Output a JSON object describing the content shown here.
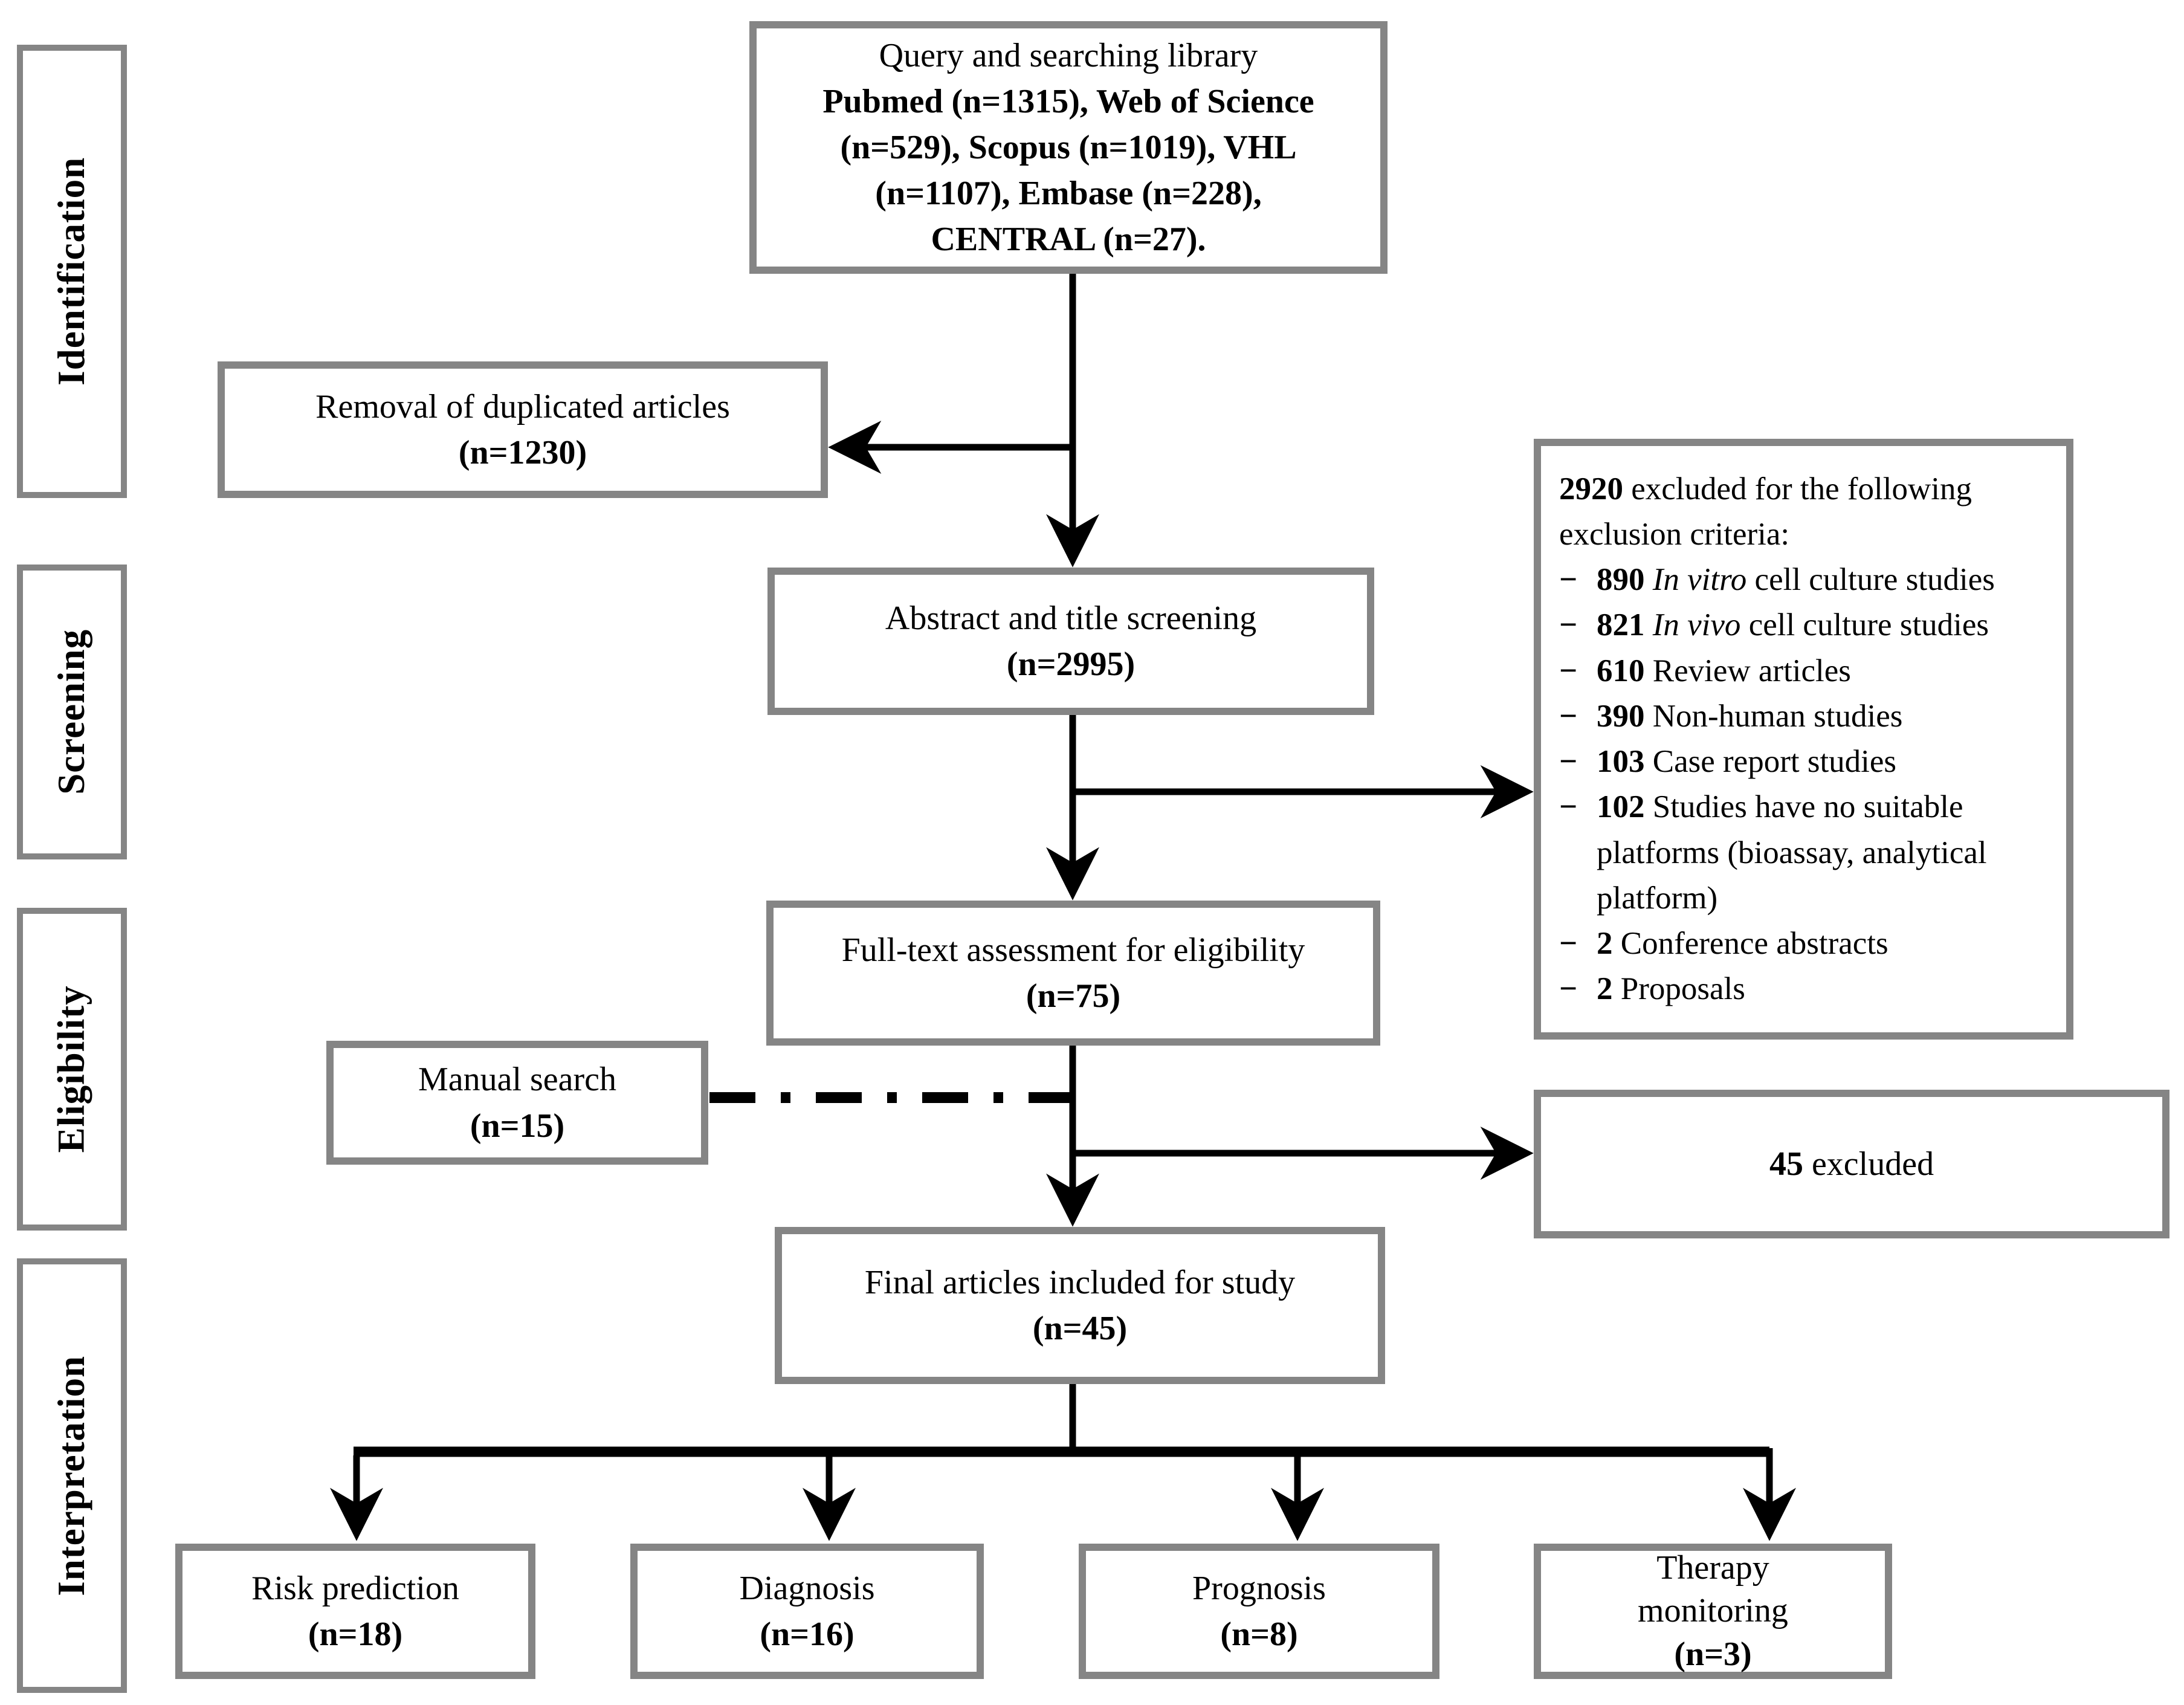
{
  "sidebar": {
    "items": [
      {
        "label": "Identification"
      },
      {
        "label": "Screening"
      },
      {
        "label": "Eligibility"
      },
      {
        "label": "Interpretation"
      }
    ]
  },
  "boxes": {
    "query": {
      "line1": "Query and searching library",
      "line2_bold": "Pubmed (n=1315), Web of Science (n=529), Scopus (n=1019), VHL (n=1107), Embase (n=228), CENTRAL (n=27)."
    },
    "removal": {
      "line1": "Removal of duplicated articles",
      "count": "(n=1230)"
    },
    "abstract": {
      "line1": "Abstract and title screening",
      "count": "(n=2995)"
    },
    "fulltext": {
      "line1": "Full-text assessment for eligibility",
      "count": "(n=75)"
    },
    "manual": {
      "line1": "Manual search",
      "count": "(n=15)"
    },
    "excluded45": {
      "num": "45 ",
      "rest": "excluded"
    },
    "final": {
      "line1": "Final articles included for study",
      "count": "(n=45)"
    },
    "risk": {
      "line1": "Risk prediction",
      "count": "(n=18)"
    },
    "diagnosis": {
      "line1": "Diagnosis",
      "count": "(n=16)"
    },
    "prognosis": {
      "line1": "Prognosis",
      "count": "(n=8)"
    },
    "therapy": {
      "line1": "Therapy monitoring",
      "count": "(n=3)"
    }
  },
  "exclusion": {
    "header_num": "2920 ",
    "header_rest": "excluded for the following exclusion criteria:",
    "items": [
      {
        "dash": "−",
        "num": "890 ",
        "italic": "In vitro ",
        "rest": "cell culture studies"
      },
      {
        "dash": "−",
        "num": "821 ",
        "italic": "In vivo ",
        "rest": "cell culture studies"
      },
      {
        "dash": "−",
        "num": "610 ",
        "italic": "",
        "rest": "Review articles"
      },
      {
        "dash": "−",
        "num": "390 ",
        "italic": "",
        "rest": "Non-human studies"
      },
      {
        "dash": "−",
        "num": "103 ",
        "italic": "",
        "rest": "Case report studies"
      },
      {
        "dash": "−",
        "num": "102 ",
        "italic": "",
        "rest": "Studies have no suitable platforms (bioassay, analytical platform)"
      },
      {
        "dash": "−",
        "num": "2 ",
        "italic": "",
        "rest": "Conference abstracts"
      },
      {
        "dash": "−",
        "num": "2 ",
        "italic": "",
        "rest": "Proposals"
      }
    ]
  },
  "colors": {
    "border_gray": "#858585",
    "line_black": "#000000"
  }
}
